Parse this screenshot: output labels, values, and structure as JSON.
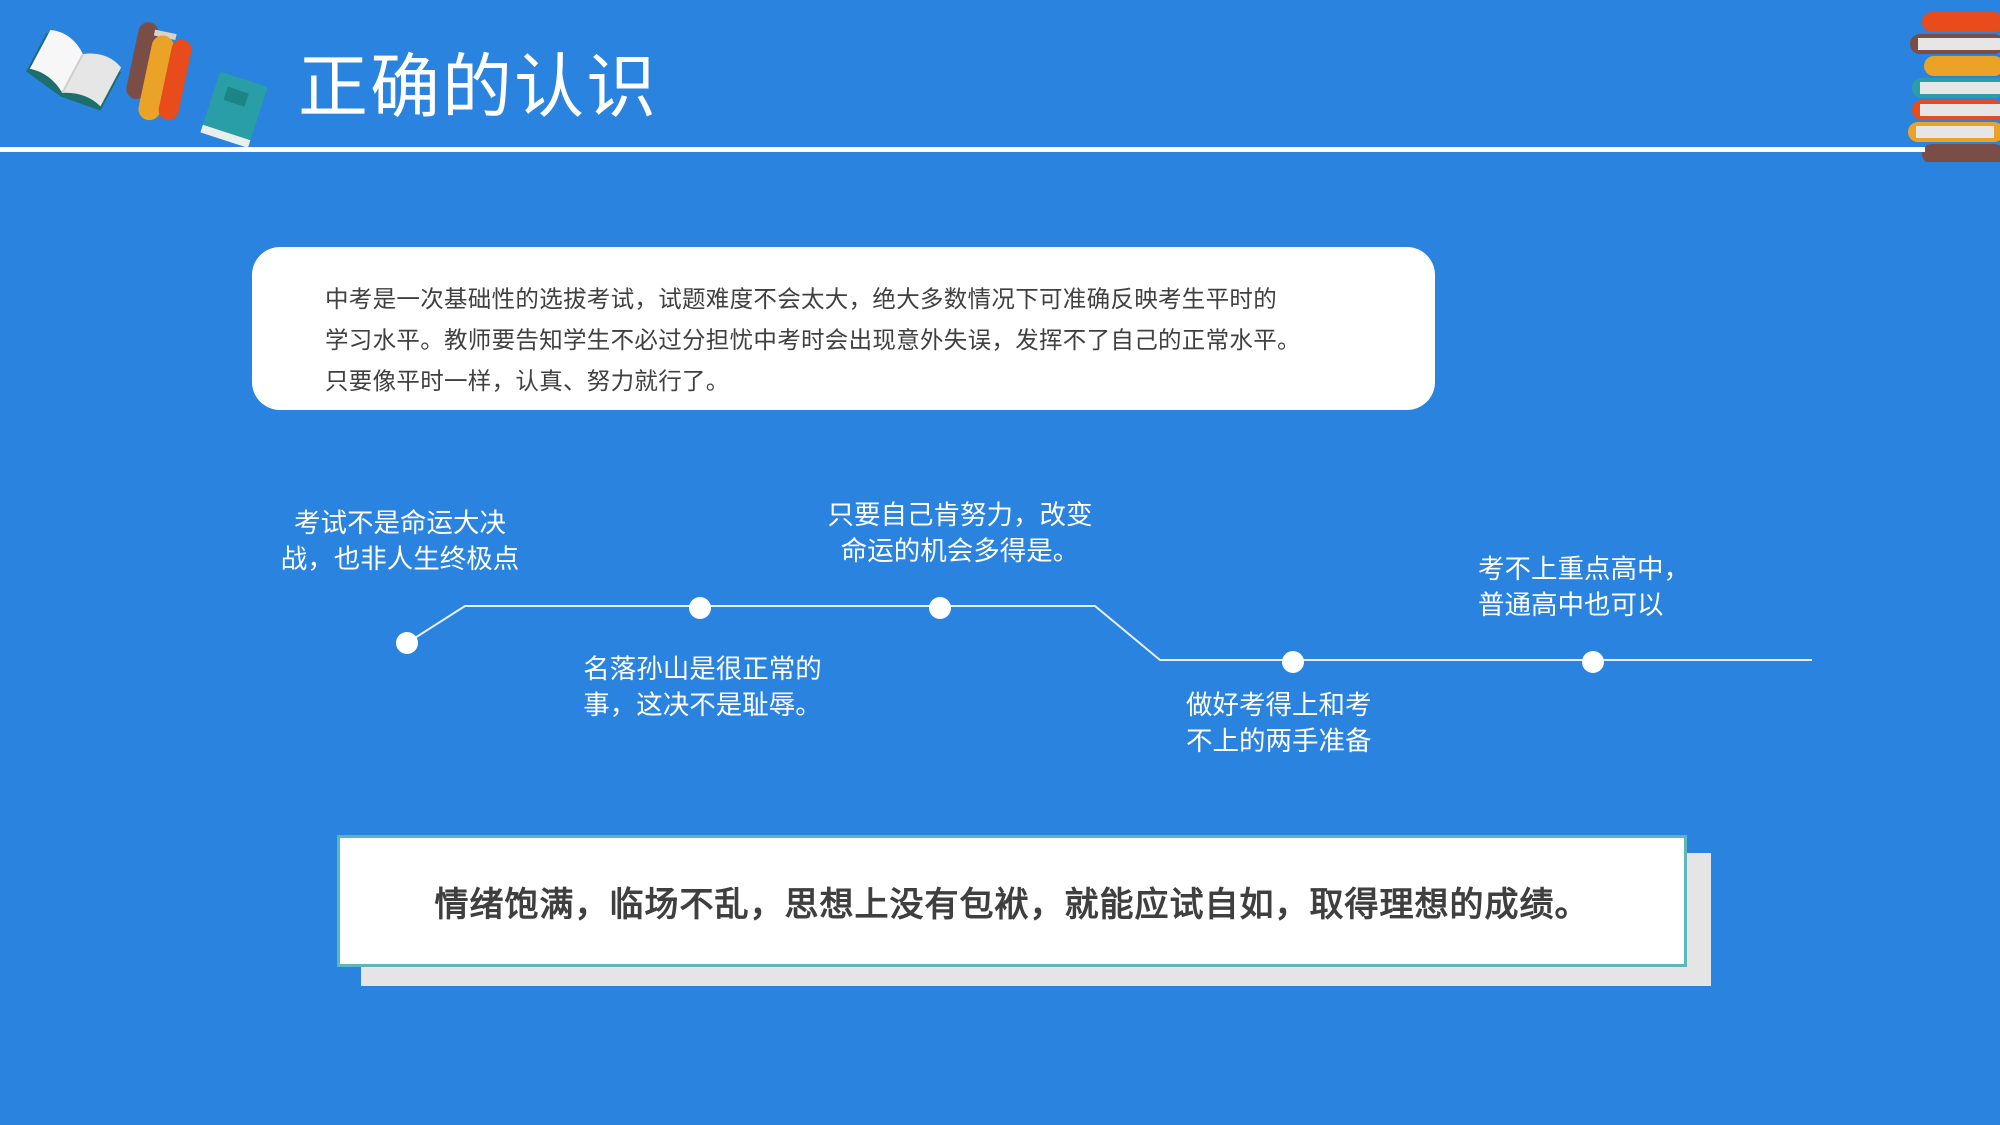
{
  "slide": {
    "title": "正确的认识",
    "background_color": "#2983df",
    "accent_colors": {
      "white": "#ffffff",
      "text_dark": "#404040",
      "teal_border": "#5cb7bb",
      "shadow_gray": "#e5e5e5",
      "book_brown": "#7a4d47",
      "book_orange": "#eba327",
      "book_red": "#e84b1c",
      "book_teal": "#2a9ea6"
    }
  },
  "decorations": {
    "left_icons": [
      "open-book-icon",
      "book-stack-spines-icon",
      "closed-book-icon"
    ],
    "right_icon": "stacked-books-icon"
  },
  "intro": {
    "lines": [
      "中考是一次基础性的选拔考试，试题难度不会太大，绝大多数情况下可准确反映考生平时的",
      "学习水平。教师要告知学生不必过分担忧中考时会出现意外失误，发挥不了自己的正常水平。",
      "只要像平时一样，认真、努力就行了。"
    ]
  },
  "timeline": {
    "points": [
      {
        "label_lines": [
          "考试不是命运大决",
          "战，也非人生终极点"
        ],
        "position": "above"
      },
      {
        "label_lines": [
          "名落孙山是很正常的",
          "事，这决不是耻辱。"
        ],
        "position": "below"
      },
      {
        "label_lines": [
          "只要自己肯努力，改变",
          "命运的机会多得是。"
        ],
        "position": "above"
      },
      {
        "label_lines": [
          "做好考得上和考",
          "不上的两手准备"
        ],
        "position": "below"
      },
      {
        "label_lines": [
          "考不上重点高中，",
          "普通高中也可以"
        ],
        "position": "above"
      }
    ]
  },
  "summary": {
    "text": "情绪饱满，临场不乱，思想上没有包袱，就能应试自如，取得理想的成绩。"
  }
}
